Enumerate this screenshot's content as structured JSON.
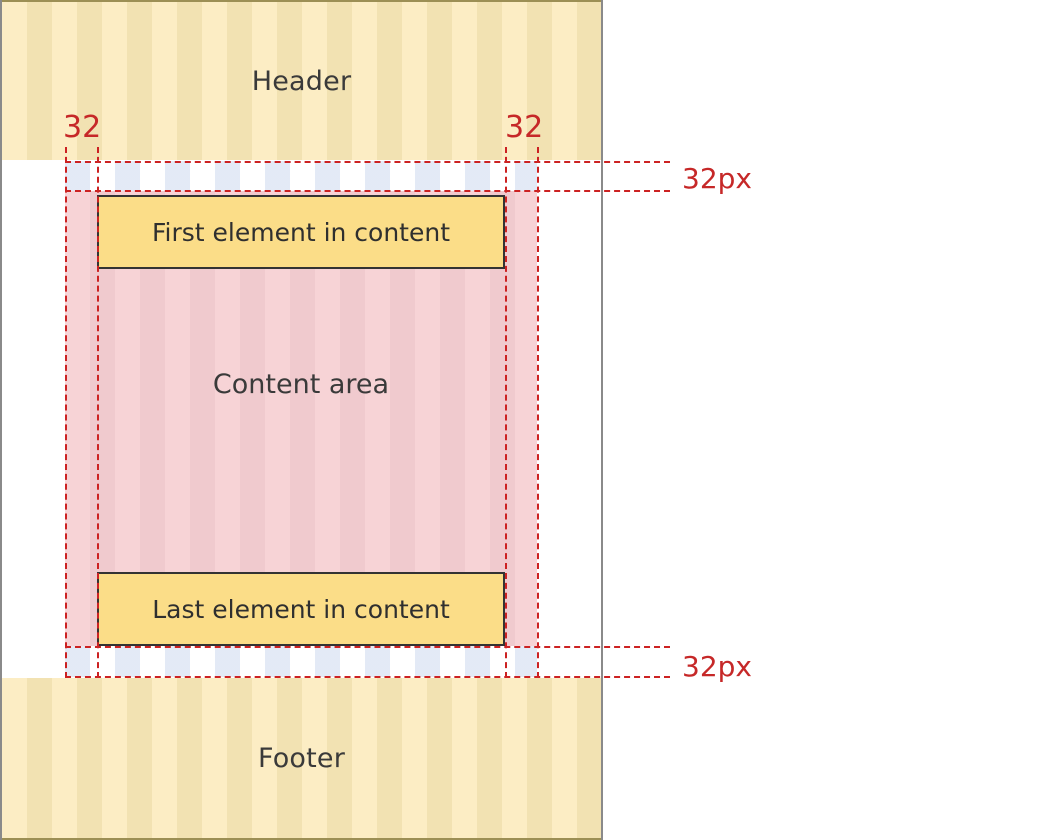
{
  "diagram": {
    "title": "CSS layout spacing diagram",
    "colors": {
      "band_fill": "#fcedc4",
      "content_fill": "#f7d3d6",
      "element_fill": "#fbdd88",
      "element_border": "#333333",
      "guide_red": "#cc2222",
      "measure_red": "#c62828",
      "spacer_blue": "#dde4f2",
      "page_border": "#8a8a8a"
    }
  },
  "regions": {
    "header_label": "Header",
    "footer_label": "Footer",
    "content_label": "Content area",
    "first_element_label": "First element in content",
    "last_element_label": "Last element in content"
  },
  "measurements": {
    "left_inset": "32",
    "right_inset": "32",
    "top_gap": "32px",
    "bottom_gap": "32px"
  }
}
